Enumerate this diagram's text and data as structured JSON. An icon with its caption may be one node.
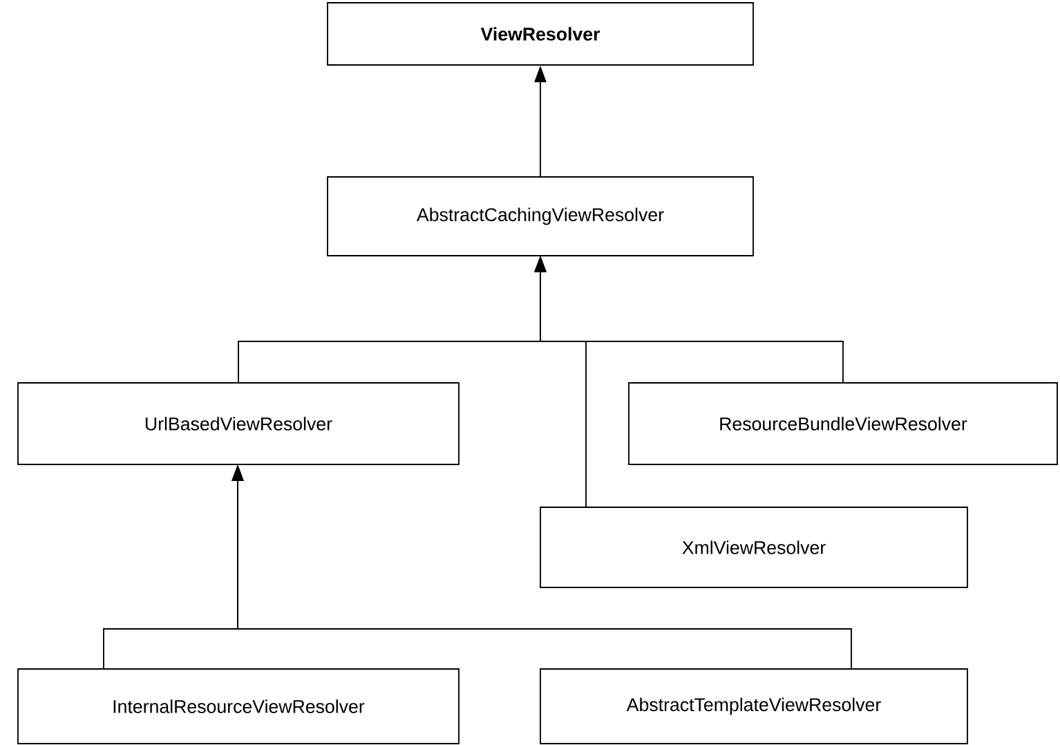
{
  "diagram": {
    "nodes": [
      {
        "text": [
          "ViewResolver"
        ]
      },
      {
        "text": [
          "AbstractCachingViewResolver"
        ]
      },
      {
        "text": [
          "UrlBasedViewResolver"
        ]
      },
      {
        "text": [
          "ResourceBundleViewResolver"
        ]
      },
      {
        "text": [
          "XmlViewResolver"
        ]
      },
      {
        "text": [
          "InternalResourceViewResolver"
        ]
      },
      {
        "text": [
          "AbstractTemplateViewResolver"
        ]
      }
    ],
    "edges": [
      {
        "from": 1,
        "to": 0,
        "arrow": "to"
      },
      {
        "from": 2,
        "to": 1,
        "arrow": "to"
      },
      {
        "from": 3,
        "to": 1,
        "arrow": "to"
      },
      {
        "from": 4,
        "to": 1,
        "arrow": "to"
      },
      {
        "from": 5,
        "to": 2,
        "arrow": "to"
      },
      {
        "from": 6,
        "to": 2,
        "arrow": "to"
      }
    ]
  }
}
